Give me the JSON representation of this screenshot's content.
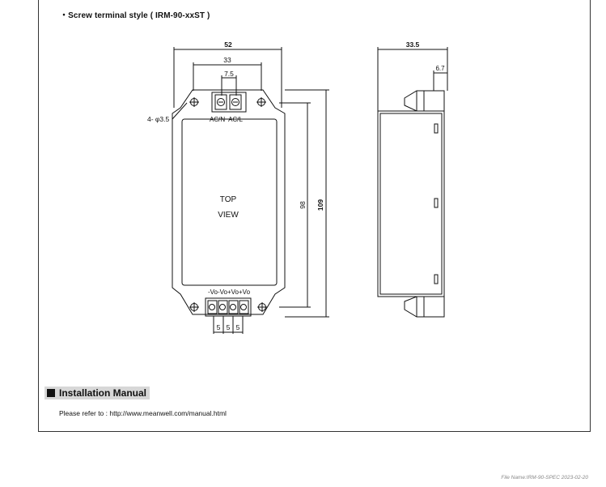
{
  "section": {
    "title": "・Screw terminal style ( IRM-90-xxST )"
  },
  "top_view": {
    "dim_width": "52",
    "dim_terminal_span": "33",
    "dim_terminal_pitch": "7.5",
    "hole_label": "4- φ3.5",
    "ac_labels": "AC/N  AC/L",
    "center_label_line1": "TOP",
    "center_label_line2": "VIEW",
    "dim_inner_height": "98",
    "dim_total_height": "109",
    "dc_labels": "-Vo-Vo+Vo+Vo",
    "pin_pitch": [
      "5",
      "5",
      "5"
    ]
  },
  "side_view": {
    "dim_depth": "33.5",
    "dim_flange": "6.7"
  },
  "installation": {
    "heading": "Installation Manual",
    "text": "Please refer to : http://www.meanwell.com/manual.html"
  },
  "footer": "File Name:IRM-90-SPEC   2023-02-20"
}
